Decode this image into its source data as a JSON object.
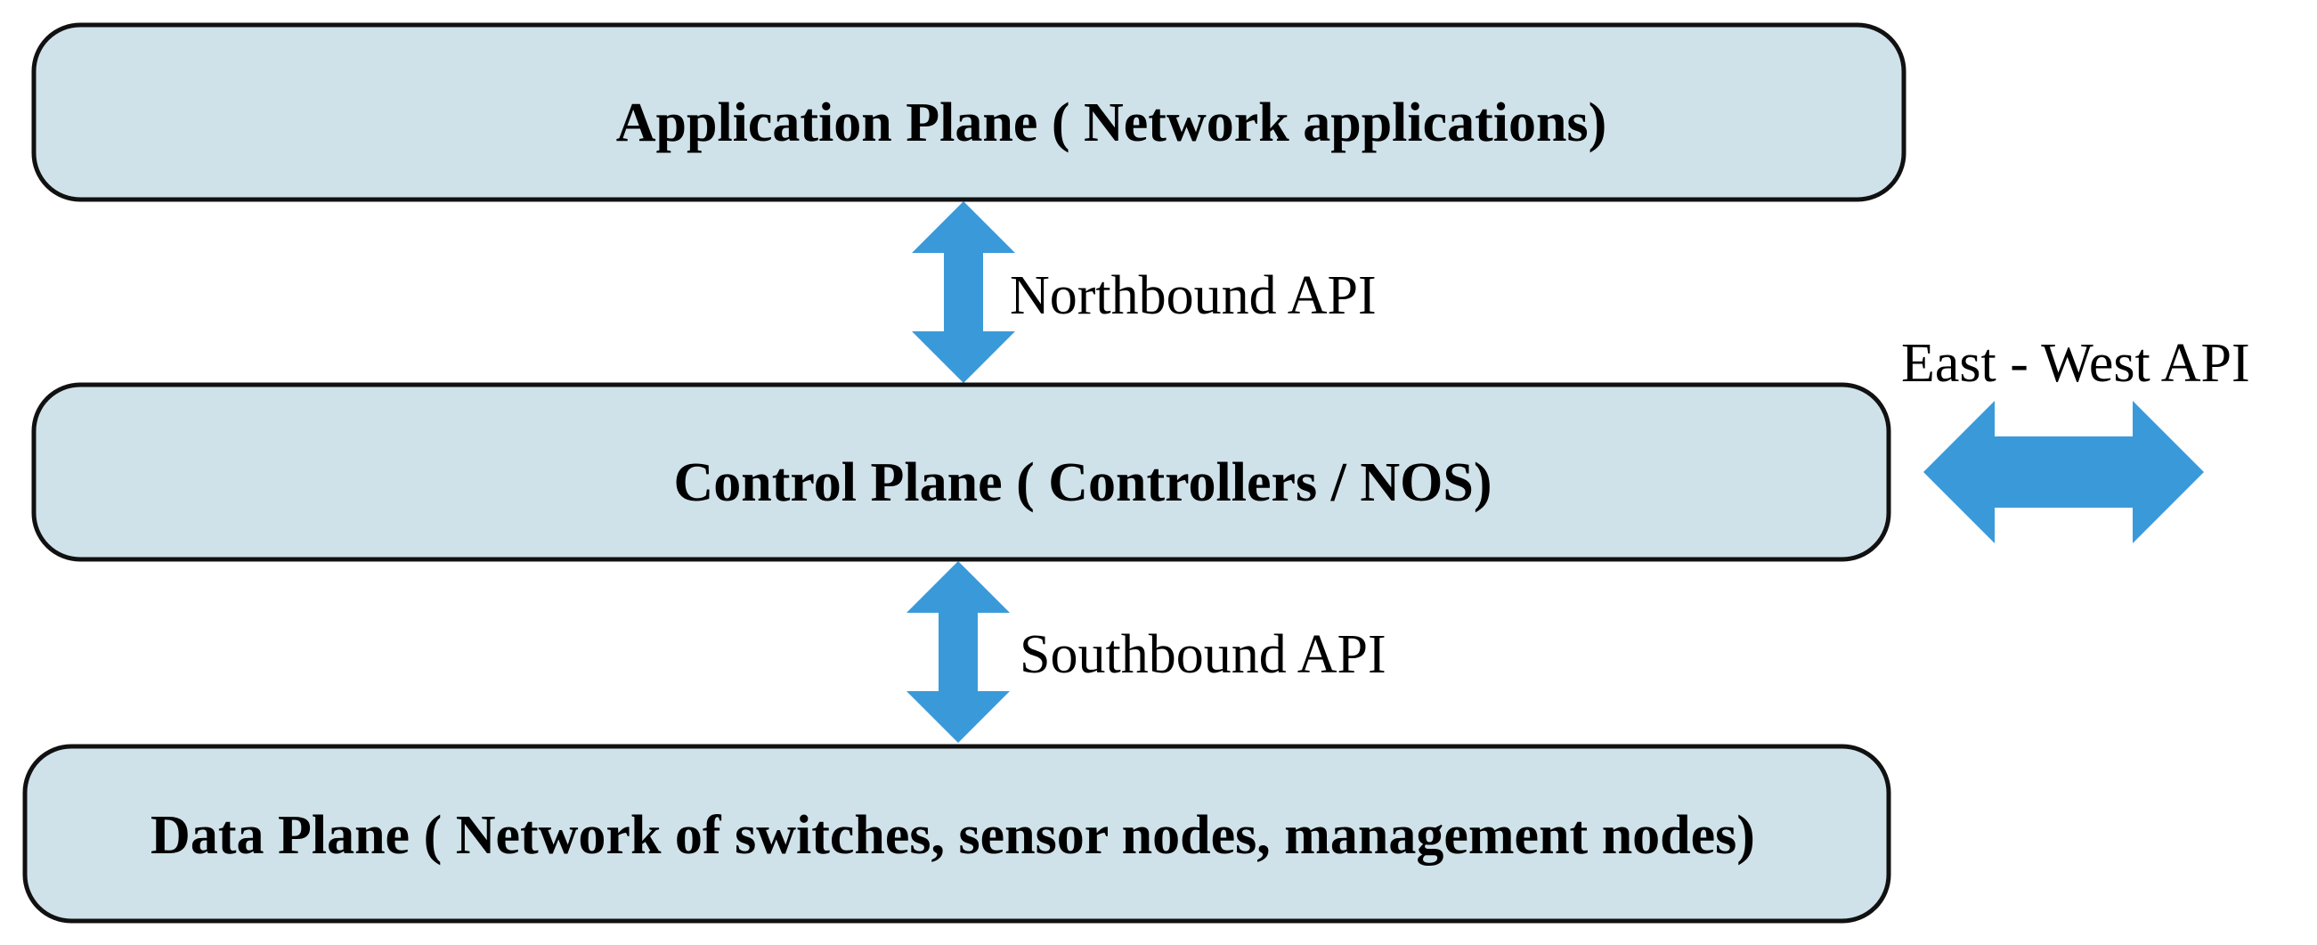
{
  "colors": {
    "plane_fill": "#cfe2ea",
    "plane_stroke": "#111111",
    "arrow_fill": "#3a9ad9"
  },
  "planes": {
    "application": {
      "label": "Application Plane ( Network applications)"
    },
    "control": {
      "label": "Control Plane  ( Controllers / NOS)"
    },
    "data": {
      "label": "Data Plane ( Network of switches, sensor nodes, management nodes)"
    }
  },
  "apis": {
    "northbound": {
      "label": "Northbound API"
    },
    "southbound": {
      "label": "Southbound API"
    },
    "east_west": {
      "label": "East - West API"
    }
  }
}
